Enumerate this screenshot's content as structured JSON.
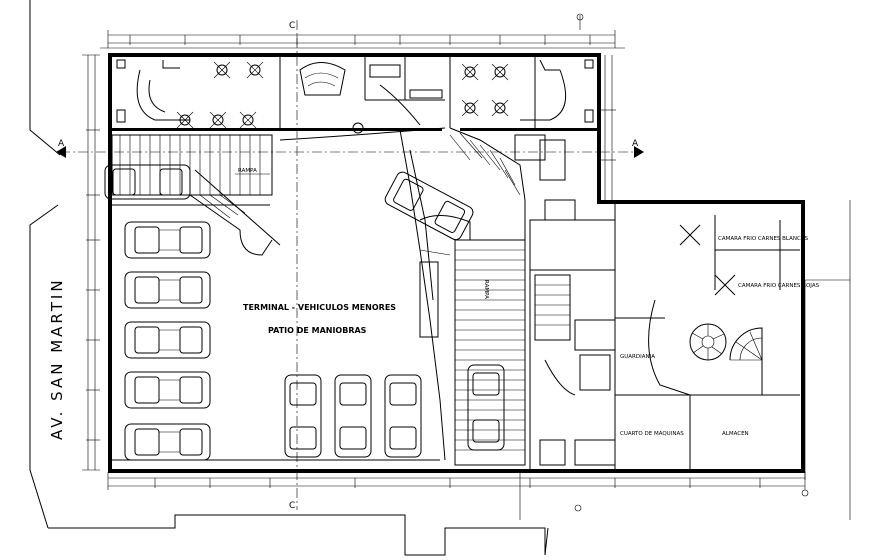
{
  "street": {
    "name": "AV. SAN MARTIN"
  },
  "labels": {
    "terminal": "TERMINAL - VEHICULOS MENORES",
    "patio": "PATIO DE MANIOBRAS",
    "rampa_top": "RAMPA",
    "rampa_center": "RAMPA",
    "camara_frio_blancas": "CAMARA FRIO CARNES BLANCAS",
    "camara_frio_rojas": "CAMARA FRIO CARNES ROJAS",
    "guardiania": "GUARDIANIA",
    "cuarto_maquinas": "CUARTO DE MAQUINAS",
    "almacen": "ALMACEN"
  },
  "axes": {
    "a": "A",
    "c": "C"
  },
  "icons": [
    "car-icon",
    "table-set-icon",
    "spiral-stair-icon"
  ]
}
